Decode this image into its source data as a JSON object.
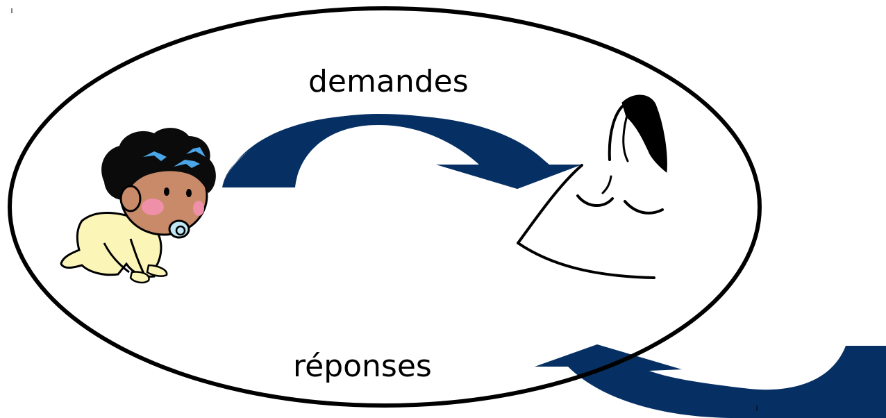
{
  "labels": {
    "top": "demandes",
    "bottom": "réponses"
  },
  "colors": {
    "arrow": "#063064",
    "outline": "#000000",
    "baby_hair": "#0b0b0b",
    "baby_hair_highlight": "#4aa6e8",
    "baby_skin": "#c98a6a",
    "baby_cheek": "#ef8fa8",
    "baby_suit": "#fbf6b8",
    "pacifier": "#bfe6f2"
  },
  "figures": {
    "left": "baby",
    "right": "mother"
  }
}
